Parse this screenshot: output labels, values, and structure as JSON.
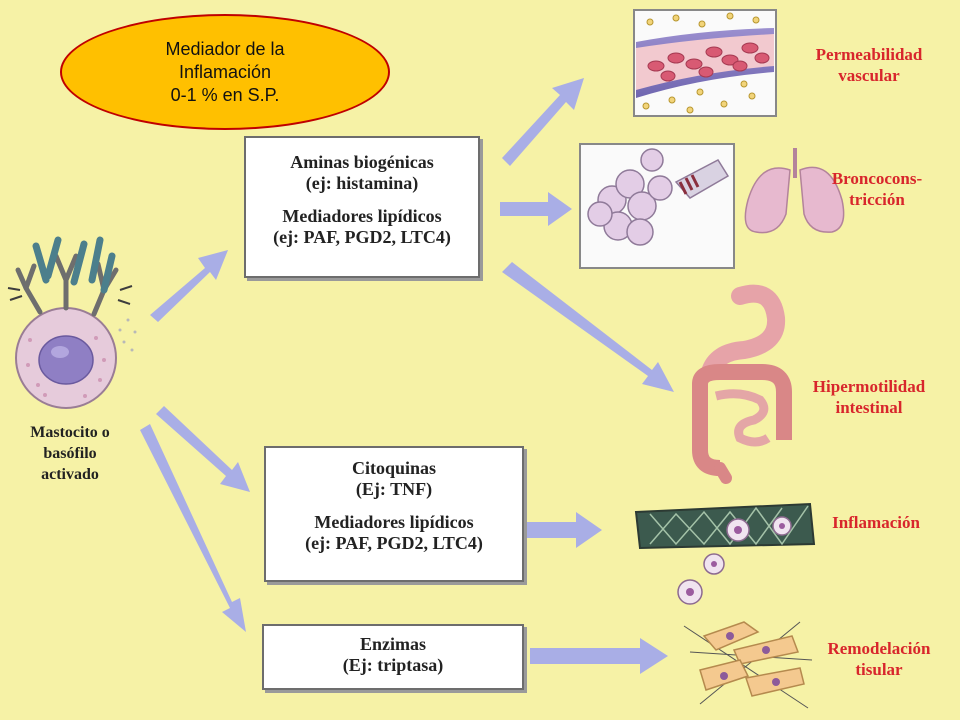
{
  "callout": {
    "line1": "Mediador de la",
    "line2": "Inflamación",
    "line3": "0-1 % en S.P."
  },
  "cell_label": {
    "line1": "Mastocito o",
    "line2": "basófilo",
    "line3": "activado"
  },
  "boxes": {
    "box1": {
      "line1": "Aminas biogénicas",
      "line2": "(ej: histamina)",
      "line3": "Mediadores lipídicos",
      "line4": "(ej: PAF, PGD2, LTC4)"
    },
    "box2": {
      "line1": "Citoquinas",
      "line2": "(Ej: TNF)",
      "line3": "Mediadores lipídicos",
      "line4": "(ej: PAF, PGD2, LTC4)"
    },
    "box3": {
      "line1": "Enzimas",
      "line2": "(Ej: triptasa)"
    }
  },
  "effects": {
    "permeabilidad": {
      "line1": "Permeabilidad",
      "line2": "vascular"
    },
    "bronco": {
      "line1": "Broncocons-",
      "line2": "tricción"
    },
    "hipermotilidad": {
      "line1": "Hipermotilidad",
      "line2": "intestinal"
    },
    "inflamacion": {
      "line1": "Inflamación"
    },
    "remodelacion": {
      "line1": "Remodelación",
      "line2": "tisular"
    }
  },
  "colors": {
    "background": "#f6f2a6",
    "arrow": "#a9aee6",
    "effect_text": "#d8262c",
    "callout_fill": "#ffc000",
    "callout_border": "#c00000"
  }
}
